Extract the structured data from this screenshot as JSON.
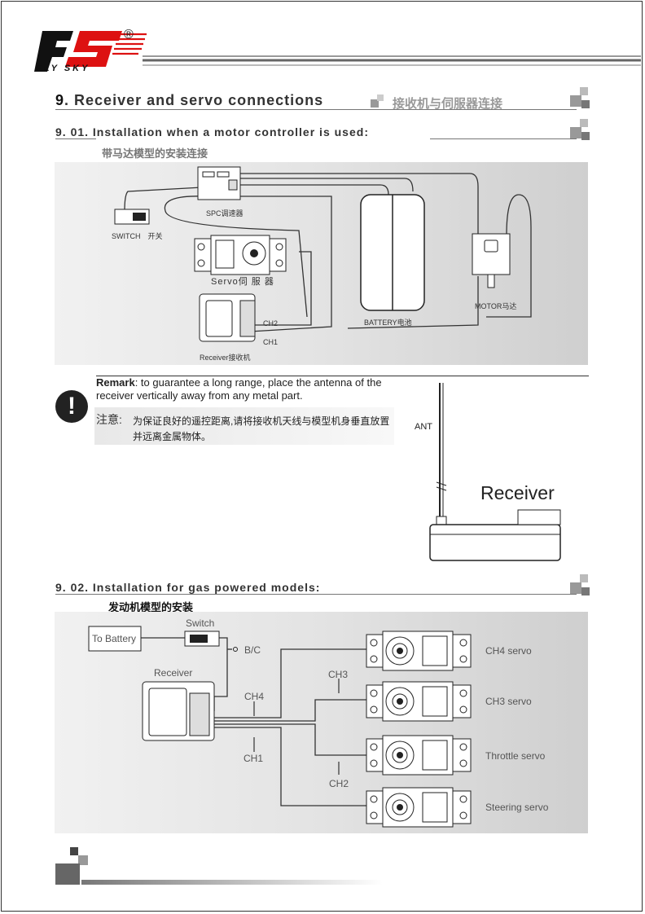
{
  "brand": {
    "name": "FLY SKY",
    "registered": "®"
  },
  "section": {
    "number": "9",
    "title": "Receiver and servo connections",
    "title_cn": "接收机与伺服器连接"
  },
  "sub1": {
    "number": "9. 01.",
    "title": "Installation when a motor controller is used",
    "colon": ":",
    "title_cn": "带马达模型的安装连接",
    "labels": {
      "spc": "SPC调速器",
      "switch": "SWITCH　开关",
      "servo": "Servo伺 服 器",
      "battery": "BATTERY电池",
      "motor": "MOTOR马达",
      "ch2": "CH2",
      "ch1": "CH1",
      "receiver": "Receiver接收机"
    }
  },
  "remark": {
    "label": "Remark",
    "text": ": to guarantee a long range, place the antenna of the receiver vertically away from any metal part.",
    "label_cn": "注意:",
    "text_cn": "为保证良好的遥控距离,请将接收机天线与模型机身垂直放置并远离金属物体。",
    "icon": "exclamation-icon"
  },
  "antenna_fig": {
    "ant": "ANT",
    "receiver": "Receiver"
  },
  "sub2": {
    "number": "9. 02.",
    "title": "Installation for gas powered models",
    "colon": ":",
    "title_cn": "发动机模型的安装",
    "labels": {
      "battery": "To Battery",
      "switch": "Switch",
      "bc": "B/C",
      "receiver": "Receiver",
      "ch3": "CH3",
      "ch4": "CH4",
      "ch1": "CH1",
      "ch2": "CH2",
      "ch4_servo": "CH4 servo",
      "ch3_servo": "CH3 servo",
      "throttle_servo": "Throttle servo",
      "steering_servo": "Steering servo"
    }
  }
}
